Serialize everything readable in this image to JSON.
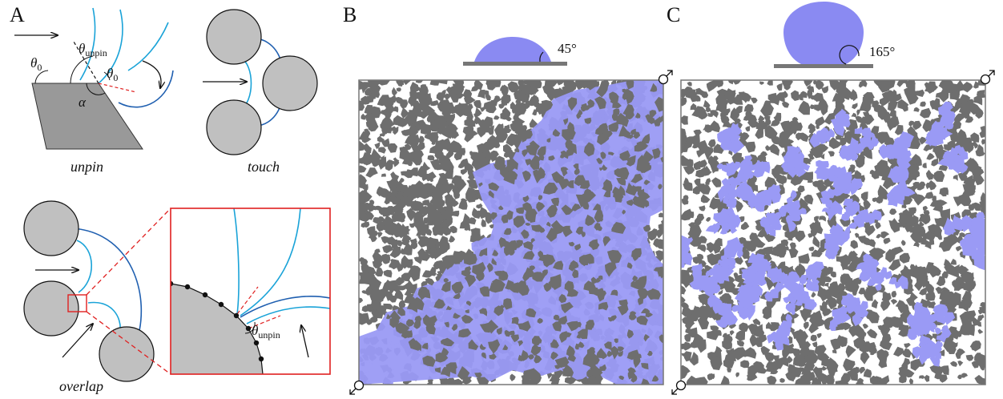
{
  "panels": {
    "a": {
      "letter": "A",
      "labels": {
        "unpin": "unpin",
        "touch": "touch",
        "overlap": "overlap"
      },
      "symbols": {
        "theta": "θ",
        "theta_sub_0": "0",
        "theta_sub_unpin": "unpin",
        "alpha": "α"
      }
    },
    "b": {
      "letter": "B",
      "contact_angle": "45°"
    },
    "c": {
      "letter": "C",
      "contact_angle": "165°"
    }
  },
  "colors": {
    "solid_grain": "#c0c0c0",
    "solid_dark": "#6e6e6e",
    "wedge": "#999999",
    "fluid_invaded": "#9a9af5",
    "interface_light": "#1aa3d8",
    "interface_dark": "#1f5fb0",
    "zoom_box": "#e02020"
  }
}
